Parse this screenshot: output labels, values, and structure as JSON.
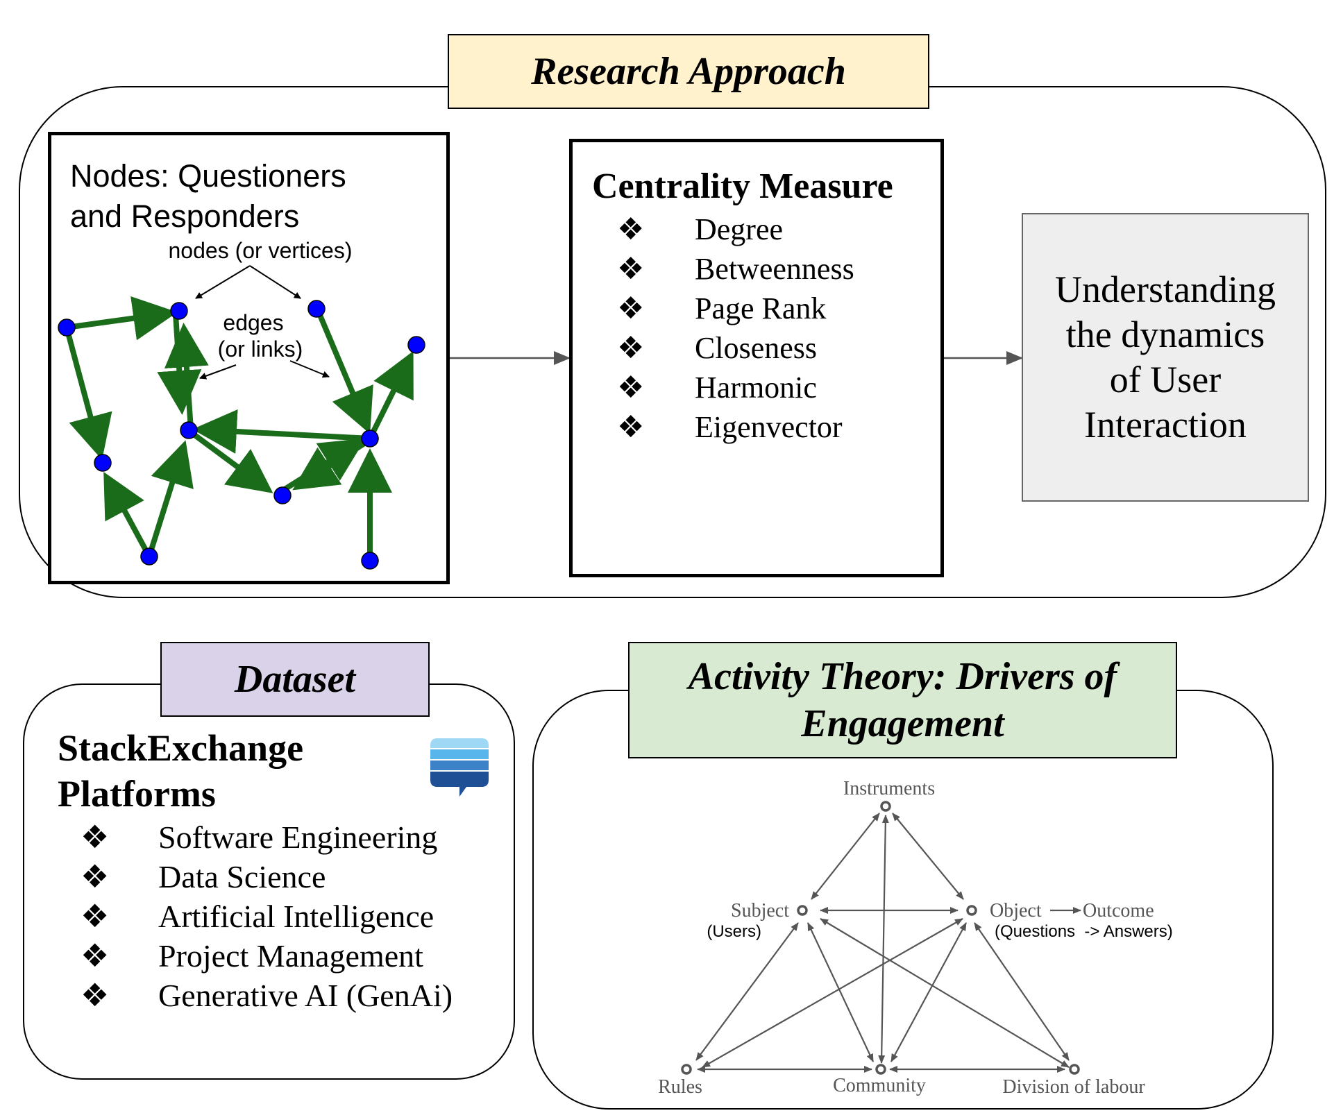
{
  "research_approach": {
    "title": "Research Approach",
    "graph_panel": {
      "heading_line1": "Nodes: Questioners",
      "heading_line2": "and Responders",
      "nodes_label": "nodes (or vertices)",
      "edges_label_line1": "edges",
      "edges_label_line2": "(or links)"
    },
    "centrality": {
      "title": "Centrality Measure",
      "items": [
        "Degree",
        "Betweenness",
        "Page Rank",
        "Closeness",
        "Harmonic",
        "Eigenvector"
      ]
    },
    "outcome": {
      "line1": "Understanding",
      "line2": "the dynamics",
      "line3": "of User",
      "line4": "Interaction"
    }
  },
  "dataset": {
    "title": "Dataset",
    "heading_line1": "StackExchange",
    "heading_line2": "Platforms",
    "items": [
      "Software Engineering",
      "Data Science",
      "Artificial Intelligence",
      "Project Management",
      "Generative AI (GenAi)"
    ]
  },
  "activity_theory": {
    "title_line1": "Activity Theory: Drivers of",
    "title_line2": "Engagement",
    "nodes": {
      "instruments": "Instruments",
      "subject": "Subject",
      "subject_sub": "(Users)",
      "object": "Object",
      "outcome": "Outcome",
      "object_sub": "(Questions  -> Answers)",
      "rules": "Rules",
      "community": "Community",
      "division": "Division of labour"
    }
  },
  "bullet_glyph": "❖",
  "colors": {
    "research_title_bg": "#fff2cc",
    "dataset_title_bg": "#d9d2e9",
    "activity_title_bg": "#d9ead3",
    "outcome_bg": "#eeeeee",
    "edge_green": "#1a6b1a",
    "node_blue": "#0000ff"
  }
}
